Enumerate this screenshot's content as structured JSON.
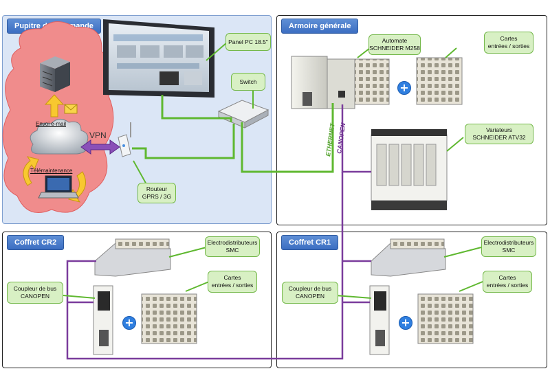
{
  "panels": {
    "pupitre": "Pupitre de commande",
    "armoire": "Armoire générale",
    "cr2": "Coffret CR2",
    "cr1": "Coffret CR1"
  },
  "callouts": {
    "panel_pc": "Panel PC 18.5\"",
    "switch": "Switch",
    "routeur": "Routeur\nGPRS / 3G",
    "automate": "Automate\nSCHNEIDER M258",
    "cartes_armoire": "Cartes\nentrées / sorties",
    "variateurs": "Variateurs\nSCHNEIDER ATV32",
    "electro_cr2": "Electrodistributeurs\nSMC",
    "cartes_cr2": "Cartes\nentrées / sorties",
    "coupleur_cr2": "Coupleur de bus\nCANOPEN",
    "electro_cr1": "Electrodistributeurs\nSMC",
    "cartes_cr1": "Cartes\nentrées / sorties",
    "coupleur_cr1": "Coupleur de bus\nCANOPEN"
  },
  "labels": {
    "envoi_email": "Envoi e-mail",
    "telemaintenance": "Télémaintenance",
    "vpn": "VPN",
    "ethernet": "ETHERNET",
    "canopen": "CANOPEN"
  },
  "colors": {
    "ethernet": "#5fb830",
    "canopen": "#7a3c9c",
    "panel_title": "#4a7bcc",
    "callout_fill": "#d8f0c4",
    "callout_border": "#74b84a",
    "cloud": "#f08080",
    "pupitre_bg": "#dbe6f6"
  }
}
